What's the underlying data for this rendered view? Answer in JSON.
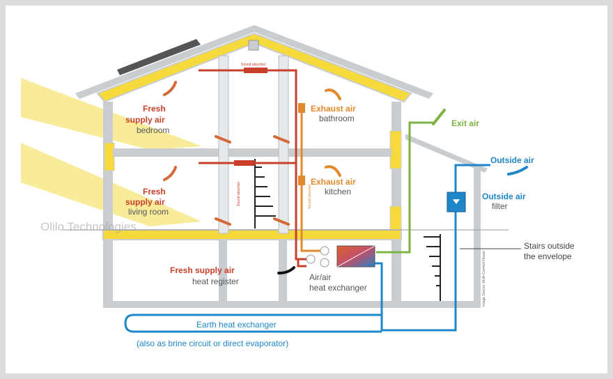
{
  "colors": {
    "frame_bg": "#dcdcdc",
    "insulation": "#f6d93a",
    "wall": "#c9cdd0",
    "supply_red": "#c8402a",
    "exhaust_orange": "#e08a2c",
    "exit_green": "#7cb342",
    "outside_blue": "#1f86c8",
    "sunlight": "#f7e98a",
    "text_gray": "#555555"
  },
  "labels": {
    "fresh_supply_bedroom_1": "Fresh",
    "fresh_supply_bedroom_2": "supply air",
    "bedroom": "bedroom",
    "exhaust_bathroom": "Exhaust air",
    "bathroom": "bathroom",
    "exit_air": "Exit air",
    "outside_air": "Outside air",
    "outside_filter_1": "Outside air",
    "outside_filter_2": "filter",
    "fresh_supply_living_1": "Fresh",
    "fresh_supply_living_2": "supply air",
    "living_room": "living room",
    "exhaust_kitchen": "Exhaust air",
    "kitchen": "kitchen",
    "stairs_1": "Stairs outside",
    "stairs_2": "the envelope",
    "heat_register_1": "Fresh supply air",
    "heat_register_2": "heat register",
    "air_exchanger_1": "Air/air",
    "air_exchanger_2": "heat exchanger",
    "earth_exchanger": "Earth heat exchanger",
    "earth_exchanger_note": "(also as brine circuit or direct evaporator)",
    "watermark": "Olilo Technologies",
    "sound_absorber": "Sound absorber",
    "tiny_vertical": "Sound absorber",
    "side_note": "Image Source: Multi-Comfort House"
  },
  "icons": [
    "airflow-arrow-icon",
    "filter-icon",
    "heat-exchanger-icon",
    "solar-panel-icon",
    "fan-icon"
  ]
}
